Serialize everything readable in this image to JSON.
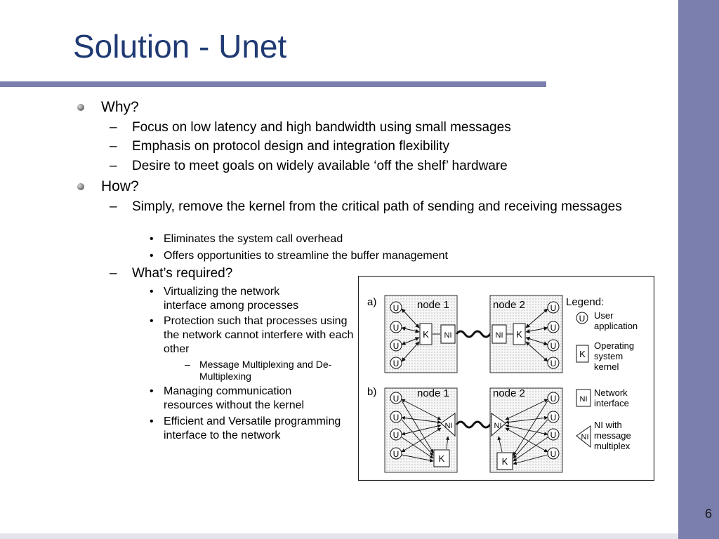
{
  "slide": {
    "title": "Solution - Unet",
    "page_number": "6"
  },
  "bullets": {
    "why": {
      "label": "Why?",
      "items": [
        "Focus on low latency and high bandwidth using small messages",
        "Emphasis on protocol design and integration flexibility",
        "Desire to meet goals on widely available ‘off the shelf’ hardware"
      ]
    },
    "how": {
      "label": "How?",
      "simply": "Simply, remove the kernel from the critical path of sending and receiving messages",
      "simply_sub": [
        "Eliminates the system call overhead",
        "Offers opportunities to streamline the buffer management"
      ],
      "required": "What’s required?",
      "req1": "Virtualizing the network interface among processes",
      "req2": "Protection such that processes using the network cannot interfere with each other",
      "req2_sub": "Message Multiplexing and De-Multiplexing",
      "req3": "Managing communication resources without the kernel",
      "req4": "Efficient and Versatile programming interface to the network"
    }
  },
  "figure": {
    "label_a": "a)",
    "label_b": "b)",
    "node1": "node 1",
    "node2": "node 2",
    "user": "U",
    "kernel": "K",
    "ni": "NI",
    "legend_title": "Legend:",
    "legend_user_1": "User",
    "legend_user_2": "application",
    "legend_kernel_1": "Operating",
    "legend_kernel_2": "system",
    "legend_kernel_3": "kernel",
    "legend_ni_1": "Network",
    "legend_ni_2": "interface",
    "legend_nimux_1": "NI with",
    "legend_nimux_2": "message",
    "legend_nimux_3": "multiplex"
  }
}
